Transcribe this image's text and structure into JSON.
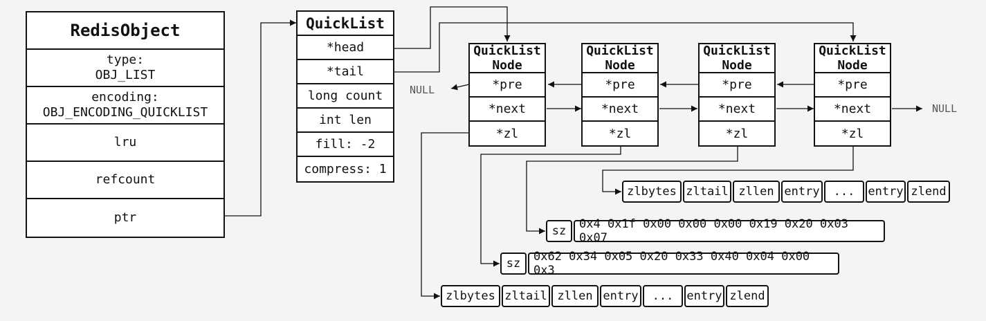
{
  "redis_object": {
    "title": "RedisObject",
    "fields": [
      "type:\nOBJ_LIST",
      "encoding:\nOBJ_ENCODING_QUICKLIST",
      "lru",
      "refcount",
      "ptr"
    ]
  },
  "quicklist": {
    "title": "QuickList",
    "fields": [
      "*head",
      "*tail",
      "long count",
      "int len",
      "fill: -2",
      "compress: 1"
    ]
  },
  "nodes": [
    {
      "title": "QuickList\nNode",
      "fields": [
        "*pre",
        "*next",
        "*zl"
      ]
    },
    {
      "title": "QuickList\nNode",
      "fields": [
        "*pre",
        "*next",
        "*zl"
      ]
    },
    {
      "title": "QuickList\nNode",
      "fields": [
        "*pre",
        "*next",
        "*zl"
      ]
    },
    {
      "title": "QuickList\nNode",
      "fields": [
        "*pre",
        "*next",
        "*zl"
      ]
    }
  ],
  "null_left": "NULL",
  "null_right": "NULL",
  "ziplist_top": [
    "zlbytes",
    "zltail",
    "zllen",
    "entry",
    "...",
    "entry",
    "zlend"
  ],
  "compressed_1": [
    "sz",
    "0x4 0x1f 0x00 0x00 0x00 0x19 0x20 0x03 0x07"
  ],
  "compressed_2": [
    "sz",
    "0x62 0x34 0x05 0x20 0x33 0x40 0x04 0x00 0x3"
  ],
  "ziplist_bottom": [
    "zlbytes",
    "zltail",
    "zllen",
    "entry",
    "...",
    "entry",
    "zlend"
  ]
}
